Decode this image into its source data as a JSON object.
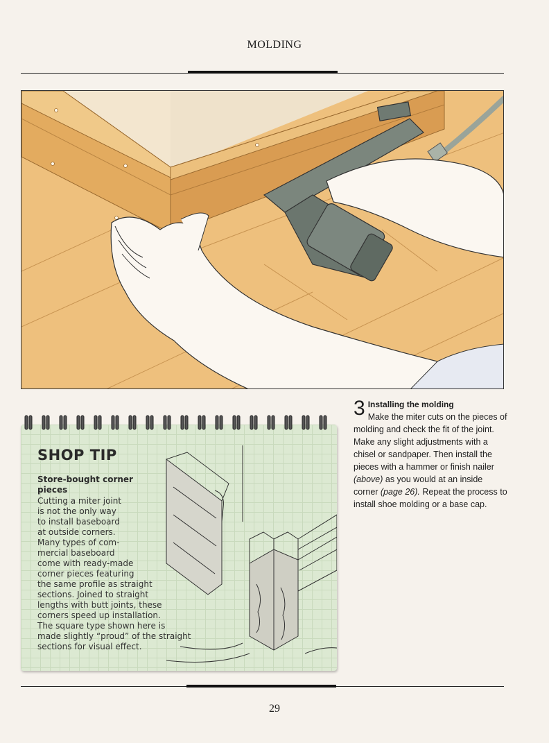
{
  "header": {
    "running_title": "MOLDING"
  },
  "step": {
    "number": "3",
    "title": "Installing the molding",
    "text_1": "Make the miter cuts on the pieces of molding and check the fit of the joint. Make any slight adjustments with a chisel or sandpaper. Then install the pieces with a hammer or finish nailer ",
    "ref_above": "(above)",
    "text_2": " as you would at an inside corner ",
    "ref_page": "(page 26).",
    "text_3": " Repeat the process to install shoe molding or a base cap."
  },
  "shop_tip": {
    "heading": "SHOP TIP",
    "subtitle": "Store-bought corner pieces",
    "lines": [
      "Cutting a miter joint",
      "is not the only way",
      "to install baseboard",
      "at outside corners.",
      "Many types of com-",
      "mercial baseboard",
      "come with ready-made",
      "corner pieces featuring",
      "the same profile as straight",
      "sections. Joined to straight",
      "lengths with butt joints, these",
      "corners speed up installation.",
      "The square type shown here is",
      "made slightly “proud” of the straight",
      "sections for visual effect."
    ]
  },
  "footer": {
    "page_number": "29"
  },
  "colors": {
    "page_background": "#f6f2ec",
    "wood": "#e6b870",
    "shop_tip_green": "#dce9d2",
    "nailer_gray": "#6f7a72"
  }
}
